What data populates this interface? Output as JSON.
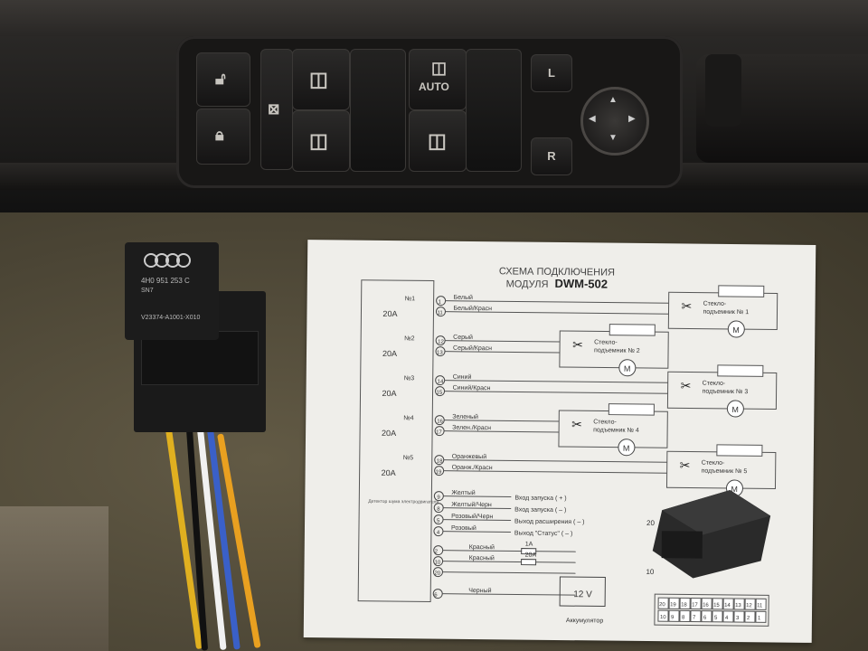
{
  "door_panel": {
    "window_buttons": {
      "auto_label": "AUTO"
    },
    "mirror_buttons": {
      "left": "L",
      "right": "R"
    }
  },
  "relay": {
    "brand_icon": "audi-rings-logo",
    "lines": [
      "4H0 951 253 C",
      "SN7",
      "V23374-A1001-X010"
    ]
  },
  "diagram": {
    "title_line1": "СХЕМА ПОДКЛЮЧЕНИЯ",
    "title_line2_prefix": "МОДУЛЯ",
    "title_line2_model": "DWM-502",
    "channels": [
      {
        "no": "№1",
        "fuse": "20A",
        "wire_a": "Белый",
        "wire_b": "Белый/Красн",
        "pin_a": "1",
        "pin_b": "11",
        "motor": "Стекло-\nподъемник № 1"
      },
      {
        "no": "№2",
        "fuse": "20A",
        "wire_a": "Серый",
        "wire_b": "Серый/Красн",
        "pin_a": "12",
        "pin_b": "13",
        "motor": "Стекло-\nподъемник № 2"
      },
      {
        "no": "№3",
        "fuse": "20A",
        "wire_a": "Синий",
        "wire_b": "Синий/Красн",
        "pin_a": "14",
        "pin_b": "15",
        "motor": "Стекло-\nподъемник № 3"
      },
      {
        "no": "№4",
        "fuse": "20A",
        "wire_a": "Зеленый",
        "wire_b": "Зелен./Красн",
        "pin_a": "16",
        "pin_b": "17",
        "motor": "Стекло-\nподъемник № 4"
      },
      {
        "no": "№5",
        "fuse": "20A",
        "wire_a": "Оранжевый",
        "wire_b": "Оранж./Красн",
        "pin_a": "18",
        "pin_b": "19",
        "motor": "Стекло-\nподъемник № 5"
      }
    ],
    "signals": [
      {
        "pin": "9",
        "wire": "Желтый",
        "desc": "Вход запуска ( + )"
      },
      {
        "pin": "8",
        "wire": "Желтый/Черн",
        "desc": "Вход запуска ( – )"
      },
      {
        "pin": "5",
        "wire": "Розовый/Черн",
        "desc": "Выход расширения ( – )"
      },
      {
        "pin": "4",
        "wire": "Розовый",
        "desc": "Выход \"Статус\" ( – )"
      }
    ],
    "detector_label": "Детектор шума электродвигателя",
    "power": [
      {
        "pin": "2",
        "wire": "Красный",
        "fuse": "1A"
      },
      {
        "pin": "10",
        "wire": "Красный",
        "fuse": "20A"
      },
      {
        "pin": "20",
        "wire": "",
        "fuse": ""
      },
      {
        "pin": "6",
        "wire": "Черный",
        "fuse": ""
      }
    ],
    "battery_voltage": "12 V",
    "battery_label": "Аккумулятор",
    "connector_label_top": "20",
    "connector_label_bottom": "10",
    "pinout_top": [
      "20",
      "19",
      "18",
      "17",
      "16",
      "15",
      "14",
      "13",
      "12",
      "11"
    ],
    "pinout_bottom": [
      "10",
      "9",
      "8",
      "7",
      "6",
      "5",
      "4",
      "3",
      "2",
      "1"
    ],
    "motor_symbol": "M"
  }
}
